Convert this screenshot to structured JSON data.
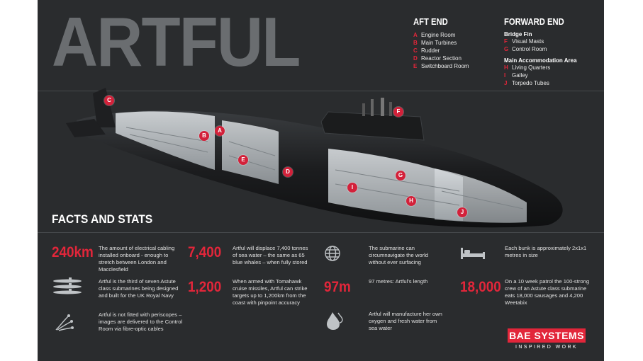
{
  "title": "ARTFUL",
  "aft_end": {
    "heading": "AFT END",
    "items": [
      {
        "letter": "A",
        "label": "Engine Room"
      },
      {
        "letter": "B",
        "label": "Main Turbines"
      },
      {
        "letter": "C",
        "label": "Rudder"
      },
      {
        "letter": "D",
        "label": "Reactor Section"
      },
      {
        "letter": "E",
        "label": "Switchboard Room"
      }
    ]
  },
  "forward_end": {
    "heading": "FORWARD END",
    "bridge_fin": {
      "subheading": "Bridge Fin",
      "items": [
        {
          "letter": "F",
          "label": "Visual Masts"
        },
        {
          "letter": "G",
          "label": "Control Room"
        }
      ]
    },
    "accommodation": {
      "subheading": "Main Accommodation Area",
      "items": [
        {
          "letter": "H",
          "label": "Living Quarters"
        },
        {
          "letter": "I",
          "label": "Galley"
        },
        {
          "letter": "J",
          "label": "Torpedo Tubes"
        }
      ]
    }
  },
  "markers": [
    "A",
    "B",
    "C",
    "D",
    "E",
    "F",
    "G",
    "H",
    "I",
    "J"
  ],
  "facts_title": "FACTS AND STATS",
  "stats": {
    "cabling": {
      "value": "240km",
      "text": "The amount of electrical cabling installed onboard - enough to stretch between London and Macclesfield"
    },
    "astute": {
      "text": "Artful is the third of seven Astute class submarines being designed and built for the UK Royal Navy"
    },
    "periscope": {
      "text": "Artful is not fitted with periscopes – images are delivered to the Control Room via fibre-optic cables"
    },
    "displace": {
      "value": "7,400",
      "text": "Artful will displace 7,400 tonnes of sea water – the same as 65 blue whales – when fully stored"
    },
    "missiles": {
      "value": "1,200",
      "text": "When armed with Tomahawk cruise missiles, Artful can strike targets up to 1,200km from the coast with pinpoint accuracy"
    },
    "globe": {
      "text": "The submarine can circumnavigate the world without ever surfacing"
    },
    "length": {
      "value": "97m",
      "text": "97 metres: Artful's length"
    },
    "water": {
      "text": "Artful will manufacture her own oxygen and fresh water from sea water"
    },
    "bunk": {
      "text": "Each bunk is approximately 2x1x1 metres in size"
    },
    "food": {
      "value": "18,000",
      "text": "On a 10 week patrol the 100-strong crew of an Astute class submarine eats 18,000 sausages and 4,200 Weetabix"
    }
  },
  "icons": [
    "globe-icon",
    "bed-icon",
    "submarines-icon",
    "fibre-optic-icon",
    "water-drop-icon"
  ],
  "logo": {
    "name": "BAE SYSTEMS",
    "tagline": "INSPIRED WORK"
  },
  "colors": {
    "background": "#2a2c2e",
    "accent": "#e2263a",
    "title": "#6a6d70"
  }
}
